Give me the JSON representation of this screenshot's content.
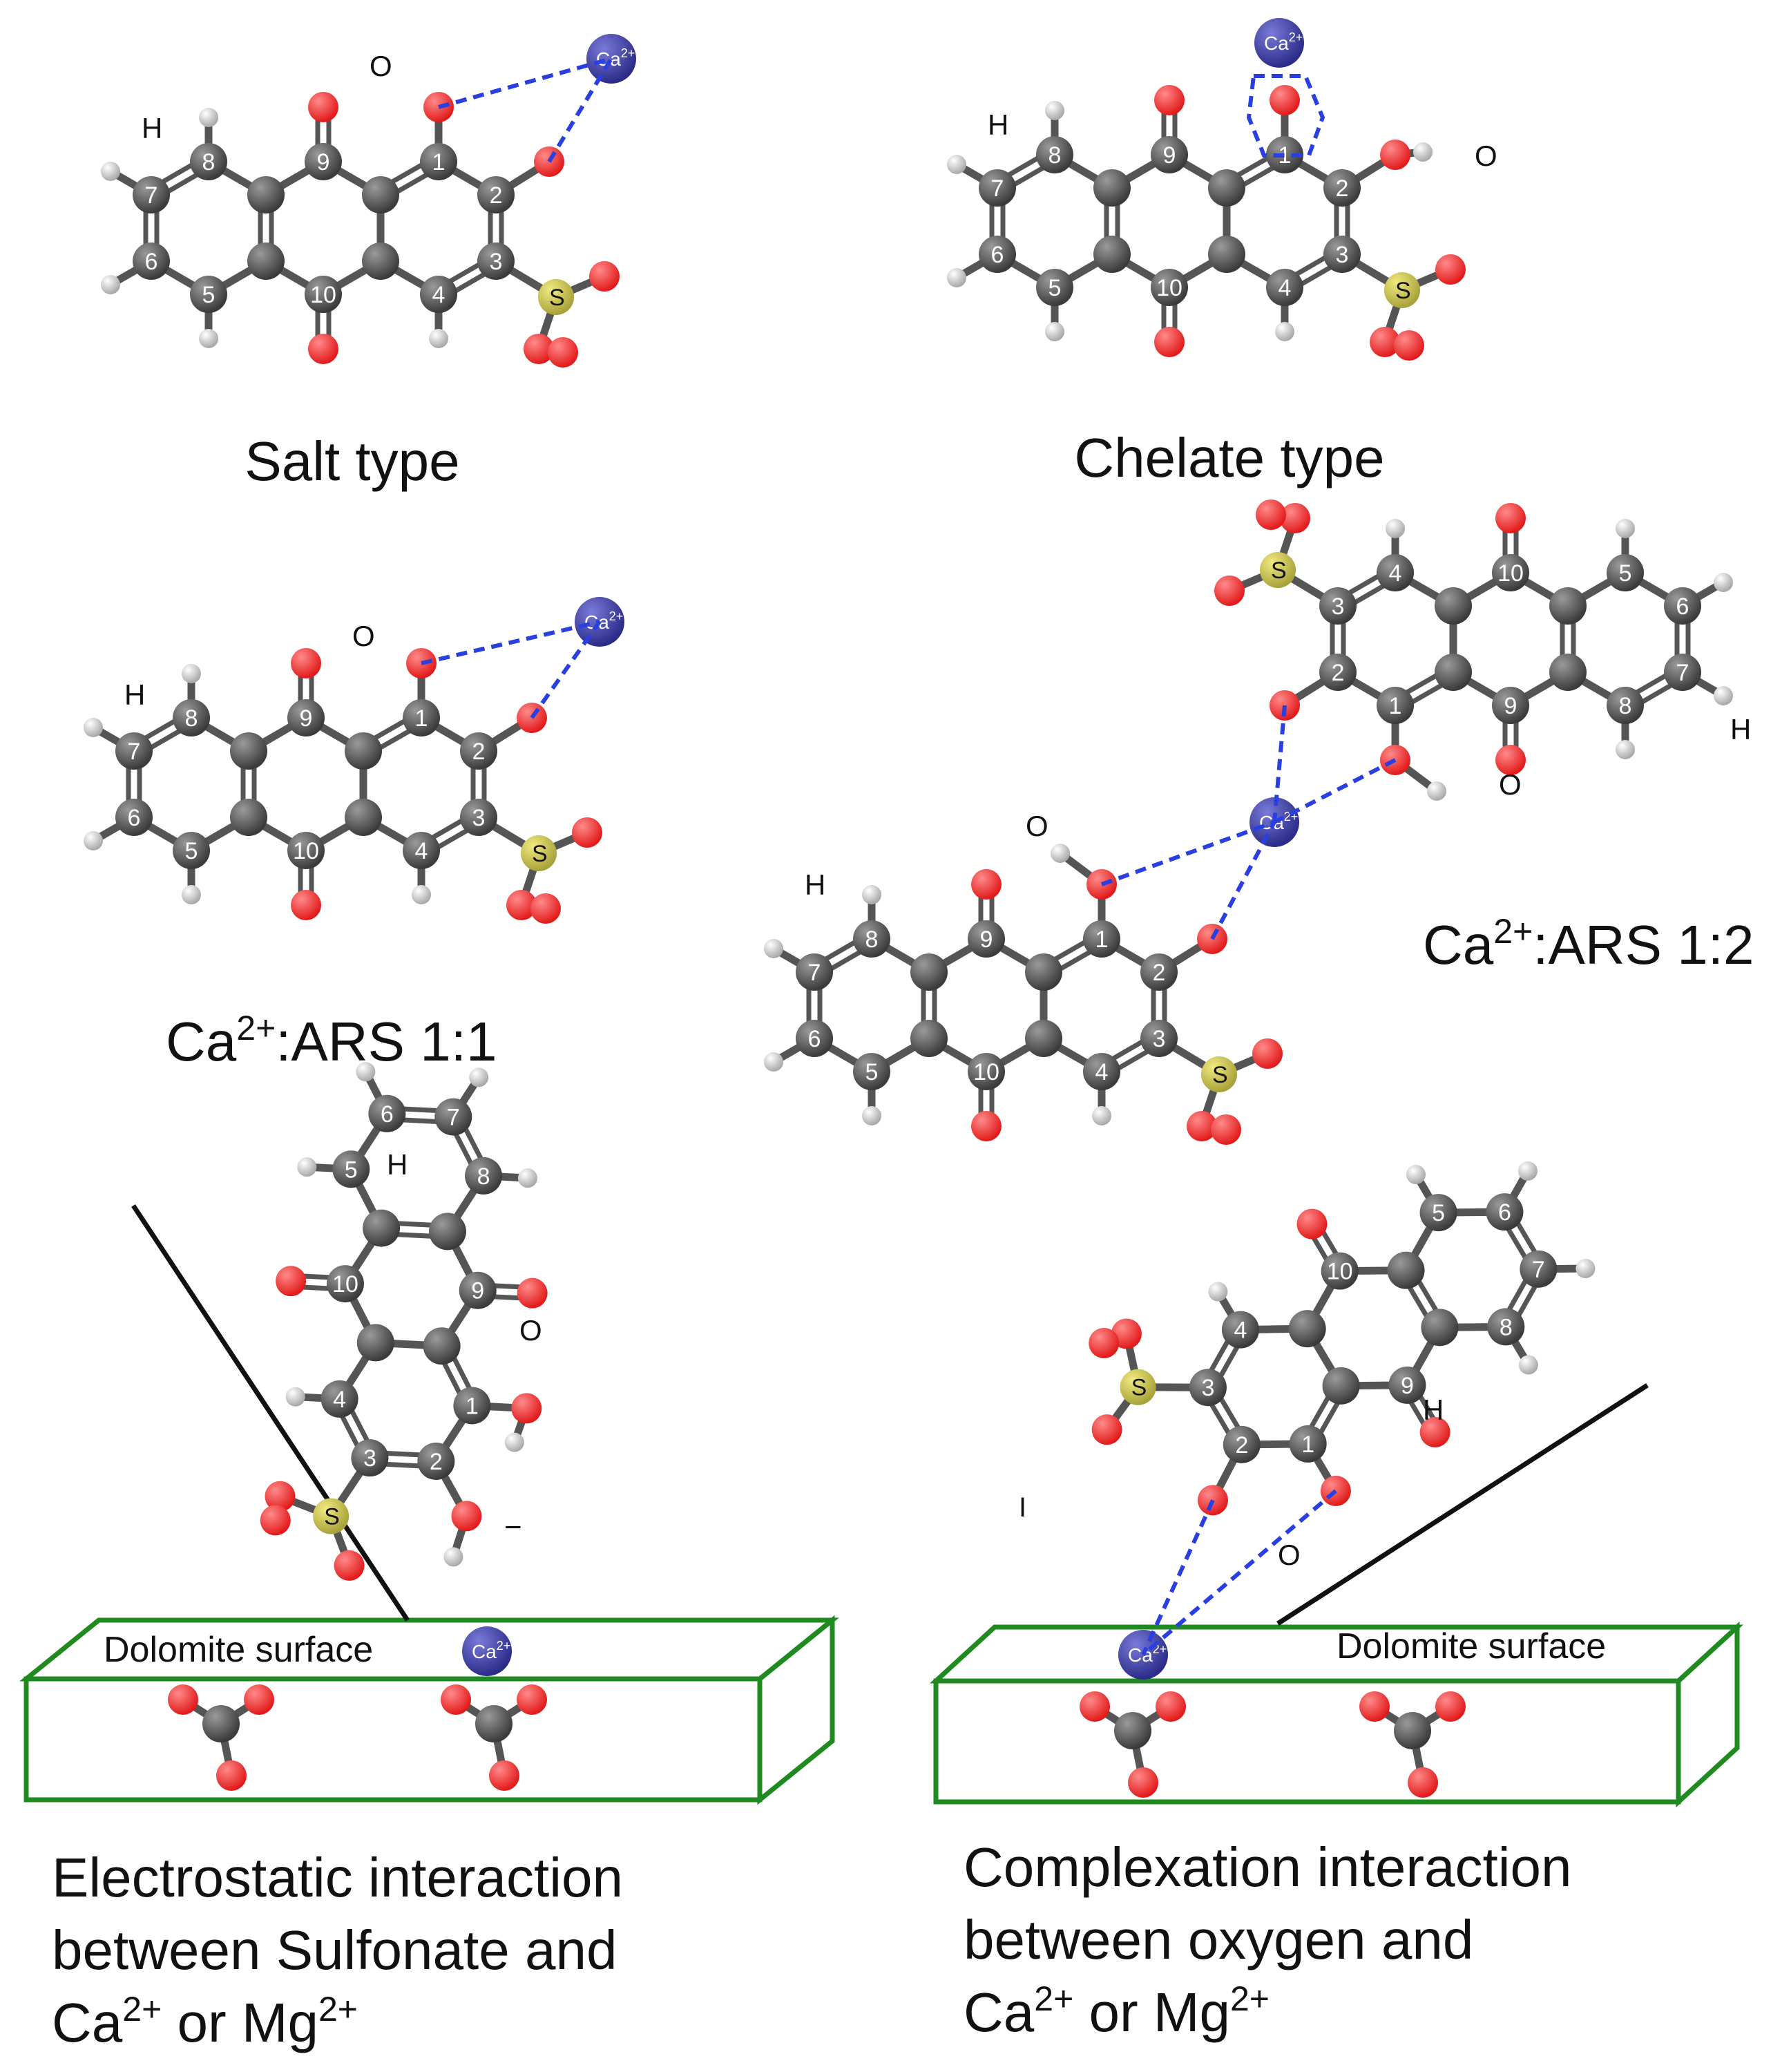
{
  "colors": {
    "carbon": "#3a3a3a",
    "oxygen": "#e21a1a",
    "hydrogen": "#e6e6e6",
    "sulfur": "#a8a23a",
    "calcium": "#2b2b88",
    "dash": "#2a3fe0",
    "surface": "#1f8a1f",
    "line": "#111111"
  },
  "atoms": {
    "oxygen_label": "O",
    "hydrogen_label": "H",
    "sulfur_label": "S",
    "calcium_label": "Ca",
    "calcium_charge": "2+",
    "ring_numbers": [
      "1",
      "2",
      "3",
      "4",
      "5",
      "6",
      "7",
      "8",
      "9",
      "10"
    ]
  },
  "panels": {
    "salt": {
      "caption": "Salt type"
    },
    "chelate": {
      "caption": "Chelate type"
    },
    "ratio_1_1": {
      "caption_ion": "Ca",
      "caption_charge": "2+",
      "caption_rest": ":ARS 1:1"
    },
    "ratio_1_2": {
      "caption_ion": "Ca",
      "caption_charge": "2+",
      "caption_rest": ":ARS 1:2"
    },
    "electrostatic": {
      "surface_label": "Dolomite surface",
      "minus_sign": "−",
      "caption_line1": "Electrostatic interaction",
      "caption_line2": "between Sulfonate and",
      "caption_ca": "Ca",
      "caption_ca_charge": "2+",
      "caption_or": " or Mg",
      "caption_mg_charge": "2+"
    },
    "complexation": {
      "surface_label": "Dolomite surface",
      "minus_sign": "I",
      "caption_line1": "Complexation interaction",
      "caption_line2": "between oxygen and",
      "caption_ca": "Ca",
      "caption_ca_charge": "2+",
      "caption_or": " or Mg",
      "caption_mg_charge": "2+"
    }
  }
}
